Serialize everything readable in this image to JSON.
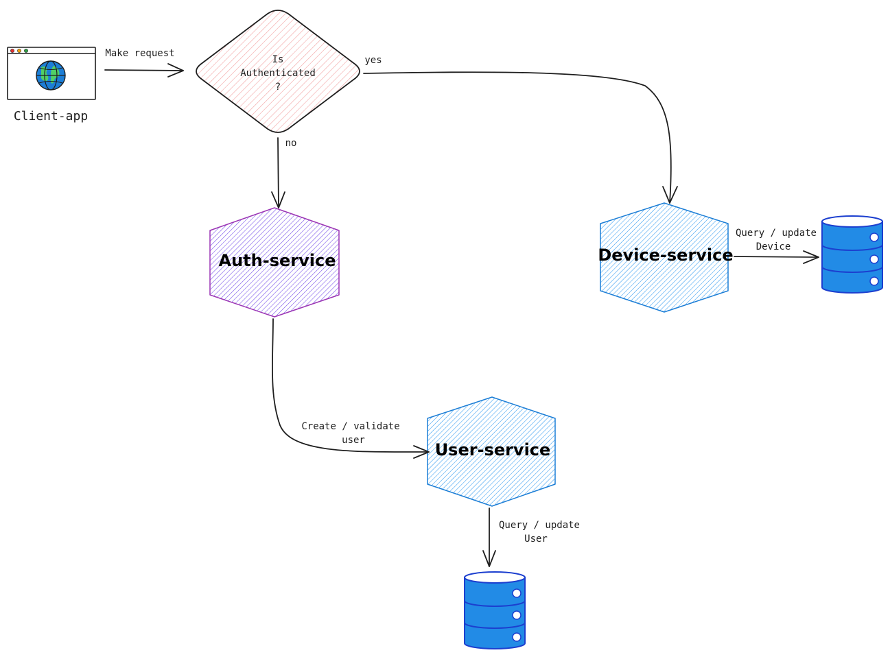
{
  "nodes": {
    "client": {
      "label": "Client-app",
      "icon": "browser-globe-icon"
    },
    "decision": {
      "lines": [
        "Is",
        "Authenticated",
        "?"
      ],
      "color": "#e03131",
      "fill": "#ffc9c9"
    },
    "auth_service": {
      "label": "Auth-service",
      "color": "#6741d9",
      "stroke": "#9c36b5"
    },
    "device_service": {
      "label": "Device-service",
      "color": "#1c7ed6"
    },
    "user_service": {
      "label": "User-service",
      "color": "#1c7ed6"
    },
    "device_db": {
      "icon": "database-icon",
      "color": "#228be6",
      "stroke": "#1c3fcf"
    },
    "user_db": {
      "icon": "database-icon",
      "color": "#228be6",
      "stroke": "#1c3fcf"
    }
  },
  "edges": {
    "make_request": {
      "label": "Make request"
    },
    "yes": {
      "label": "yes"
    },
    "no": {
      "label": "no"
    },
    "create_validate": {
      "lines": [
        "Create / validate",
        "user"
      ]
    },
    "query_device": {
      "lines": [
        "Query / update",
        "Device"
      ]
    },
    "query_user": {
      "lines": [
        "Query / update",
        "User"
      ]
    }
  }
}
